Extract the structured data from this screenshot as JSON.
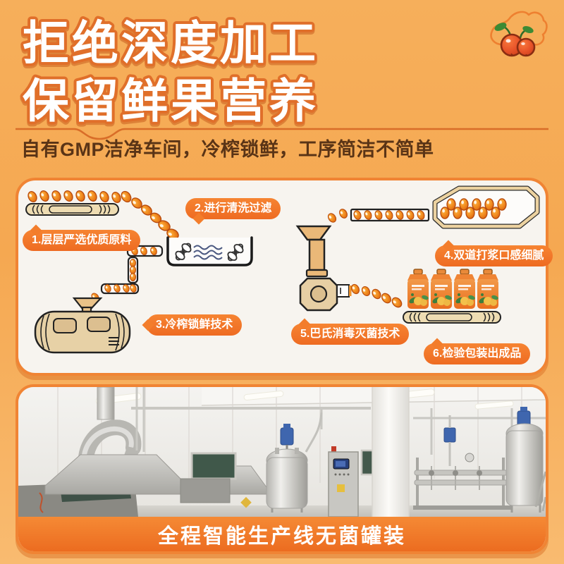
{
  "header": {
    "title_line1": "拒绝深度加工",
    "title_line2": "保留鲜果营养",
    "subtitle": "自有GMP洁净车间，冷榨锁鲜，工序简洁不简单",
    "badge_icon": "china-map-with-berries-icon"
  },
  "process_card": {
    "steps": [
      {
        "label": "1.层层严选优质原料",
        "icon": "berry-conveyor-icon"
      },
      {
        "label": "2.进行清洗过滤",
        "icon": "washing-tank-icon"
      },
      {
        "label": "3.冷榨锁鲜技术",
        "icon": "cold-press-machine-icon"
      },
      {
        "label": "4.双道打浆口感细腻",
        "icon": "pulping-frame-icon"
      },
      {
        "label": "5.巴氏消毒灭菌技术",
        "icon": "sterilizer-grinder-icon"
      },
      {
        "label": "6.检验包装出成品",
        "icon": "bottles-conveyor-icon"
      }
    ]
  },
  "factory": {
    "caption": "全程智能生产线无菌罐装",
    "photo": "aseptic-production-line-photo"
  },
  "colors": {
    "accent_orange": "#ef8030",
    "title_outline": "#e06f2a",
    "subtitle_text": "#5a3416",
    "card_bg": "#f7f4ef",
    "bubble_bg": "#f37d2b",
    "conveyor_tan": "#eedcb2",
    "berry_orange": "#f08a1f",
    "caption_bg": "#ee7526",
    "wave_blue": "#4a5880"
  }
}
